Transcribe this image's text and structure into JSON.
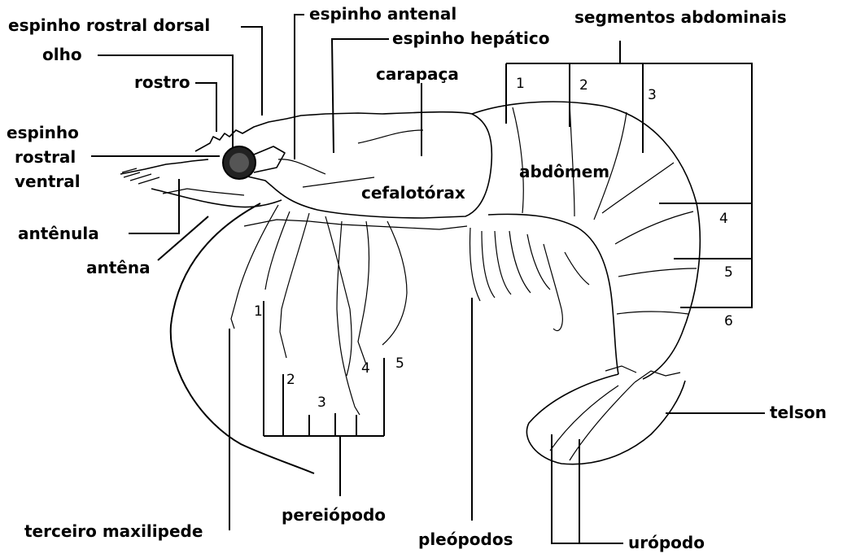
{
  "labels": {
    "espinho_rostral_dorsal": "espinho rostral dorsal",
    "olho": "olho",
    "rostro": "rostro",
    "espinho_rostral_ventral_1": "espinho",
    "espinho_rostral_ventral_2": "rostral",
    "espinho_rostral_ventral_3": "ventral",
    "antenula": "antênula",
    "antena": "antêna",
    "espinho_antenal": "espinho antenal",
    "espinho_hepatico": "espinho hepático",
    "carapaca": "carapaça",
    "cefalotorax": "cefalotórax",
    "abdomem": "abdômem",
    "segmentos_abdominais": "segmentos abdominais",
    "telson": "telson",
    "uropodo": "urópodo",
    "pleopodos": "pleópodos",
    "pereiopodo": "pereiópodo",
    "terceiro_maxilipede": "terceiro maxilipede"
  },
  "segment_numbers": [
    "1",
    "2",
    "3",
    "4",
    "5",
    "6"
  ],
  "leg_numbers": [
    "1",
    "2",
    "3",
    "4",
    "5"
  ]
}
